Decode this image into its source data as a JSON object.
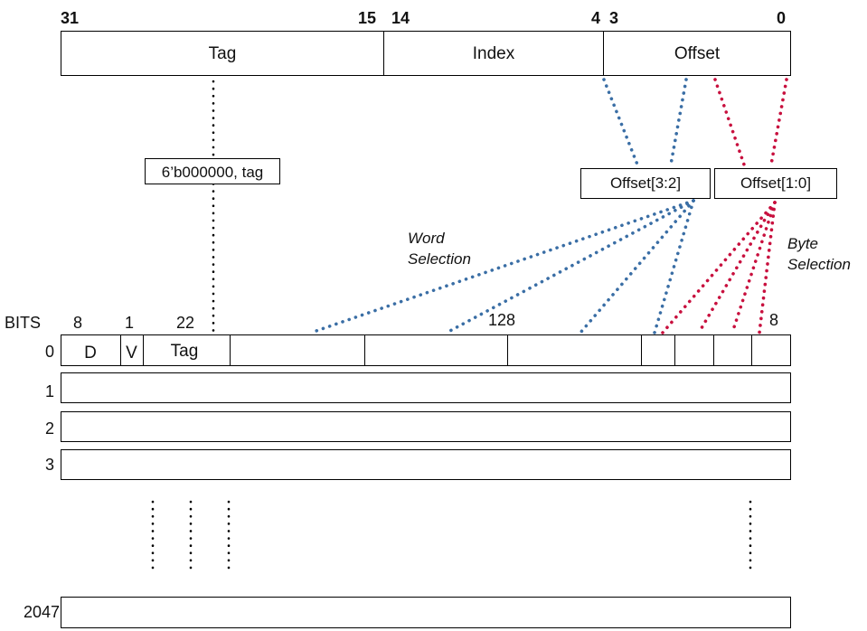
{
  "address": {
    "bit_labels": {
      "tag_hi": "31",
      "tag_lo": "15",
      "index_hi": "14",
      "index_lo": "4",
      "offset_hi": "3",
      "offset_lo": "0"
    },
    "fields": {
      "tag": "Tag",
      "index": "Index",
      "offset": "Offset"
    }
  },
  "tag_pad_label": "6’b000000, tag",
  "offset_word_label": "Offset[3:2]",
  "offset_byte_label": "Offset[1:0]",
  "notes": {
    "word_line1": "Word",
    "word_line2": "Selection",
    "byte_line1": "Byte",
    "byte_line2": "Selection"
  },
  "colors": {
    "word_lines": "#3a6ea5",
    "byte_lines": "#c8103e",
    "tag_line": "#000000"
  },
  "cache_table": {
    "bits_label": "BITS",
    "width_labels": {
      "d": "8",
      "v": "1",
      "tag": "22",
      "data": "128",
      "byte": "8"
    },
    "row0_cells": {
      "d": "D",
      "v": "V",
      "tag": "Tag"
    },
    "rows": [
      "0",
      "1",
      "2",
      "3",
      "2047"
    ]
  }
}
